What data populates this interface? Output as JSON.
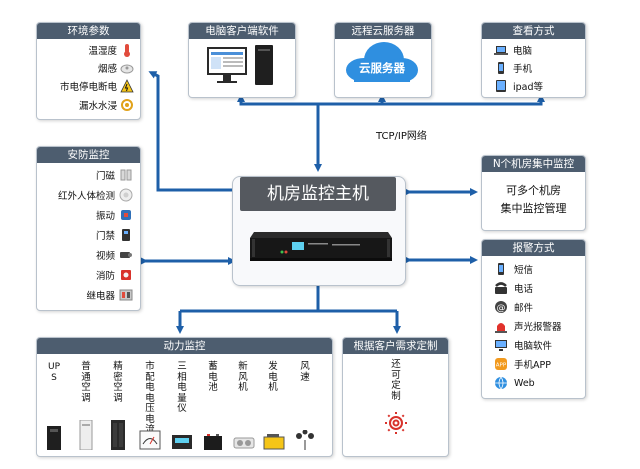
{
  "center": {
    "title": "机房监控主机"
  },
  "network": {
    "label": "TCP/IP网络"
  },
  "env": {
    "title": "环境参数",
    "items": [
      "温湿度",
      "烟感",
      "市电停电断电",
      "漏水水浸"
    ]
  },
  "security": {
    "title": "安防监控",
    "items": [
      "门磁",
      "红外人体检测",
      "振动",
      "门禁",
      "视频",
      "消防",
      "继电器"
    ]
  },
  "pc_software": {
    "title": "电脑客户端软件"
  },
  "cloud": {
    "title": "远程云服务器",
    "label": "云服务器"
  },
  "view": {
    "title": "查看方式",
    "items": [
      "电脑",
      "手机",
      "ipad等"
    ]
  },
  "multi_room": {
    "title": "N个机房集中监控",
    "line1": "可多个机房",
    "line2": "集中监控管理"
  },
  "alarm": {
    "title": "报警方式",
    "items": [
      "短信",
      "电话",
      "邮件",
      "声光报警器",
      "电脑软件",
      "手机APP",
      "Web"
    ]
  },
  "power": {
    "title": "动力监控",
    "items": [
      "UPS",
      "普通空调",
      "精密空调",
      "市配电电压电流",
      "三相电量仪",
      "蓄电池",
      "新风机",
      "发电机",
      "风速"
    ]
  },
  "custom": {
    "title": "根据客户需求定制",
    "text": "还可定制"
  },
  "colors": {
    "line": "#1e5fa8",
    "header": "#4d5d6f",
    "accent": "#2f6fb7"
  }
}
